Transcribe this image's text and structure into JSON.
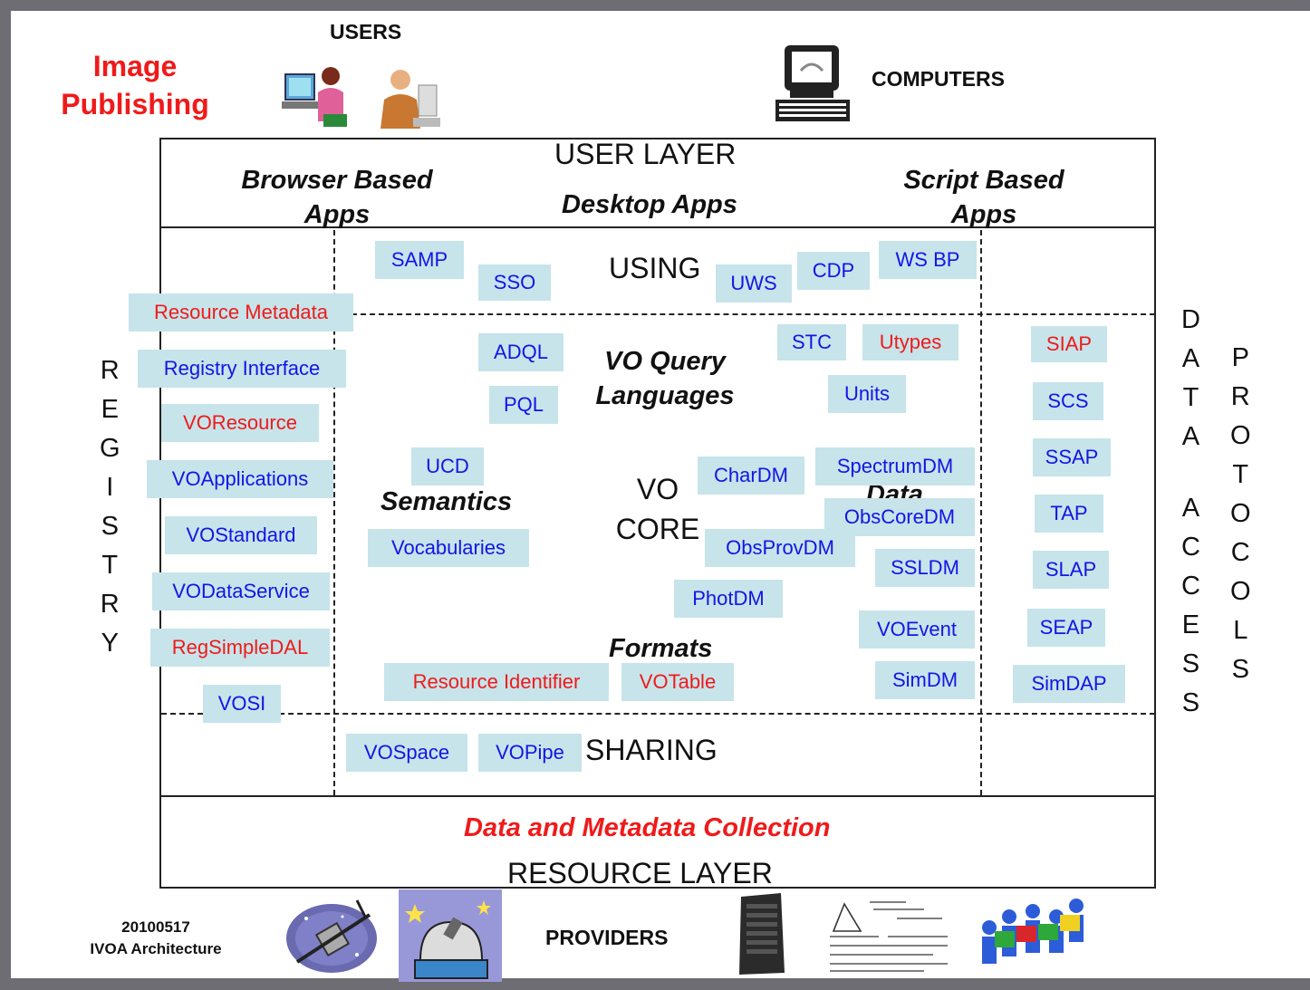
{
  "title": {
    "line1": "Image",
    "line2": "Publishing",
    "color": "#f01a1a"
  },
  "users_label": "USERS",
  "computers_label": "COMPUTERS",
  "providers_label": "PROVIDERS",
  "footer": {
    "date": "20100517",
    "caption": "IVOA Architecture"
  },
  "user_layer": {
    "title": "USER LAYER",
    "browser_line1": "Browser Based",
    "browser_line2": "Apps",
    "desktop": "Desktop Apps",
    "script_line1": "Script Based",
    "script_line2": "Apps"
  },
  "sections": {
    "using": "USING",
    "sharing": "SHARING",
    "vo_core_line1": "VO",
    "vo_core_line2": "CORE",
    "query_line1": "VO Query",
    "query_line2": "Languages",
    "semantics": "Semantics",
    "formats": "Formats",
    "data": "Data"
  },
  "resource_layer": {
    "title": "RESOURCE LAYER",
    "collection": "Data and Metadata Collection"
  },
  "side": {
    "registry": "REGISTRY",
    "data_access": "DATA ACCESS",
    "protocols": "PROTOCOLS"
  },
  "standards": {
    "samp": "SAMP",
    "sso": "SSO",
    "uws": "UWS",
    "cdp": "CDP",
    "wsbp": "WS BP",
    "stc": "STC",
    "utypes": "Utypes",
    "units": "Units",
    "adql": "ADQL",
    "pql": "PQL",
    "ucd": "UCD",
    "vocabularies": "Vocabularies",
    "chardm": "CharDM",
    "spectrumdm": "SpectrumDM",
    "obscoredm": "ObsCoreDM",
    "obsprovdm": "ObsProvDM",
    "ssldm": "SSLDM",
    "photdm": "PhotDM",
    "voevent": "VOEvent",
    "simdm": "SimDM",
    "resource_identifier": "Resource Identifier",
    "votable": "VOTable",
    "vospace": "VOSpace",
    "vopipe": "VOPipe",
    "resource_metadata": "Resource Metadata",
    "registry_interface": "Registry Interface",
    "voresource": "VOResource",
    "voapplications": "VOApplications",
    "vostandard": "VOStandard",
    "vodataservice": "VODataService",
    "regsimpledal": "RegSimpleDAL",
    "vosi": "VOSI",
    "siap": "SIAP",
    "scs": "SCS",
    "ssap": "SSAP",
    "tap": "TAP",
    "slap": "SLAP",
    "seap": "SEAP",
    "simdap": "SimDAP"
  },
  "colors": {
    "label_bg": "#c6e4ea",
    "label_blue": "#1414e6",
    "label_red": "#f01a1a",
    "frame": "#6d6d73"
  }
}
